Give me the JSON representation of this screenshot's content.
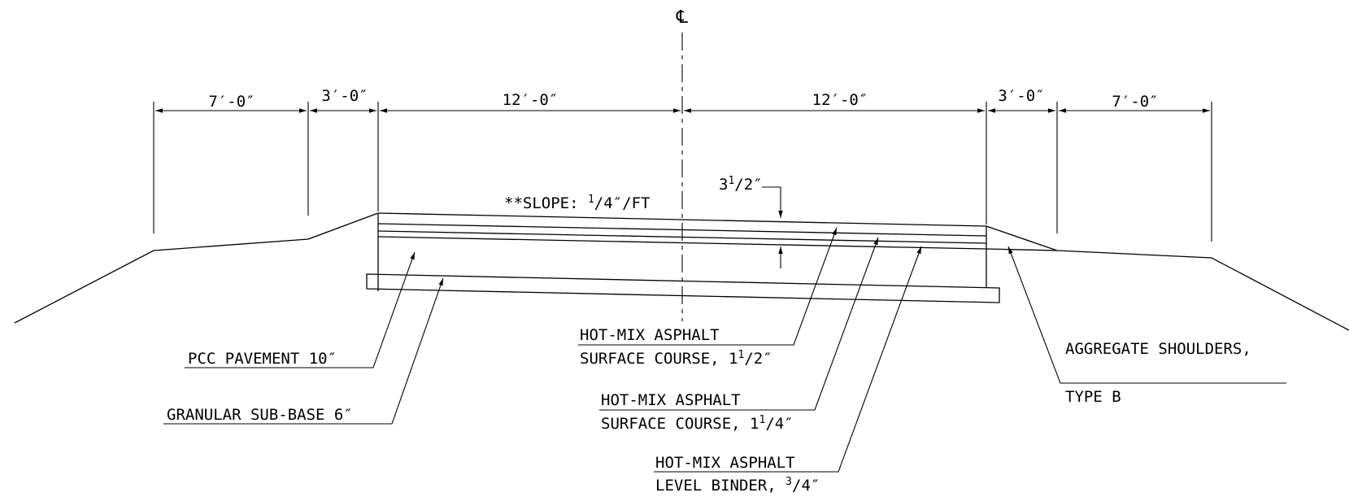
{
  "centerline_symbol": "℄",
  "dimensions": {
    "left_outer": "7′-0″",
    "left_shoulder": "3′-0″",
    "left_lane": "12′-0″",
    "right_lane": "12′-0″",
    "right_shoulder": "3′-0″",
    "right_outer": "7′-0″"
  },
  "slope_note": {
    "prefix": "**SLOPE: ",
    "num": "1",
    "den": "4",
    "suffix": "″/FT"
  },
  "thickness_note": {
    "whole": "3",
    "num": "1",
    "den": "2",
    "suffix": "″"
  },
  "labels": {
    "pcc": "PCC PAVEMENT 10″",
    "subbase": "GRANULAR SUB-BASE 6″",
    "hma1": {
      "line1": "HOT-MIX ASPHALT",
      "line2": "SURFACE COURSE, ",
      "whole": "1",
      "num": "1",
      "den": "2",
      "suffix": "″"
    },
    "hma2": {
      "line1": "HOT-MIX ASPHALT",
      "line2": "SURFACE COURSE, ",
      "whole": "1",
      "num": "1",
      "den": "4",
      "suffix": "″"
    },
    "hma3": {
      "line1": "HOT-MIX ASPHALT",
      "line2": "LEVEL BINDER, ",
      "whole": "",
      "num": "3",
      "den": "4",
      "suffix": "″"
    },
    "shoulders": {
      "line1": "AGGREGATE SHOULDERS,",
      "line2": "TYPE B"
    }
  }
}
